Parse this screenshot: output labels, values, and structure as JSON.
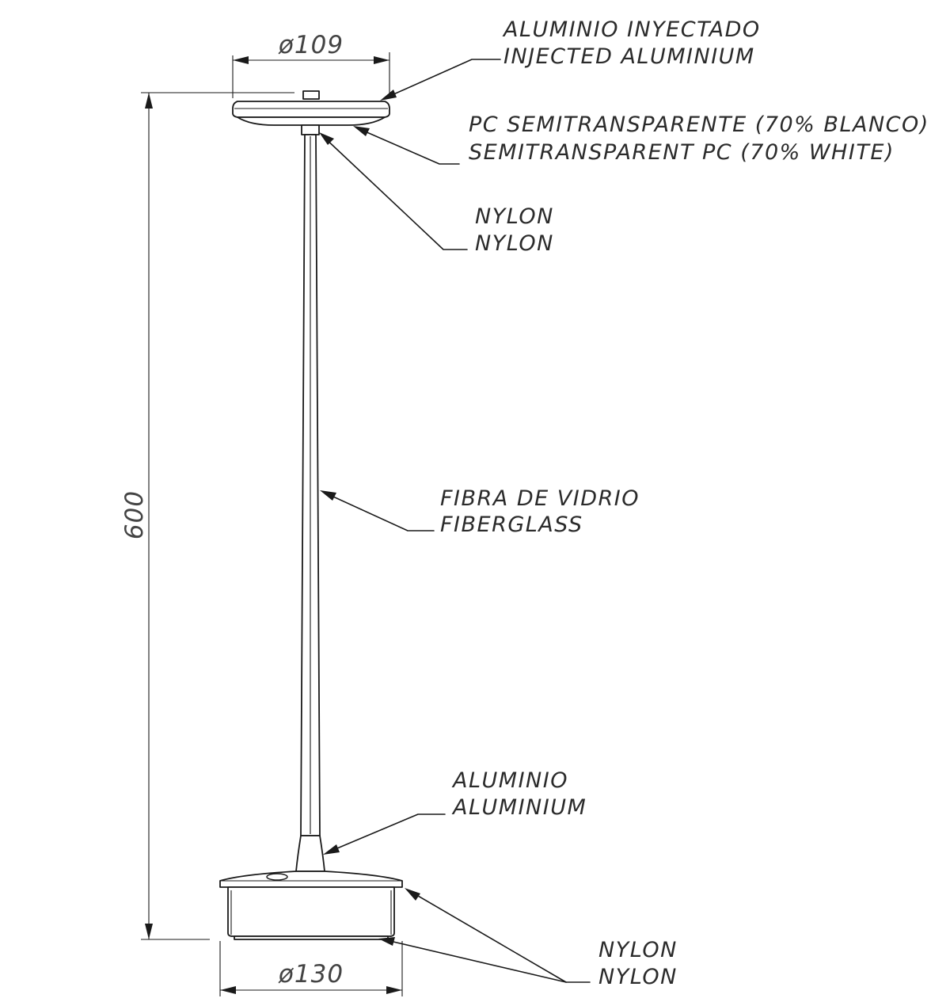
{
  "dimensions": {
    "top_diameter": "ø109",
    "height": "600",
    "base_diameter": "ø130"
  },
  "callouts": [
    {
      "id": "head-top",
      "line1": "ALUMINIO INYECTADO",
      "line2": "INJECTED ALUMINIUM"
    },
    {
      "id": "diffuser",
      "line1": "PC SEMITRANSPARENTE (70% BLANCO)",
      "line2": "SEMITRANSPARENT PC (70% WHITE)"
    },
    {
      "id": "top-joint",
      "line1": "NYLON",
      "line2": "NYLON"
    },
    {
      "id": "stem",
      "line1": "FIBRA DE VIDRIO",
      "line2": "FIBERGLASS"
    },
    {
      "id": "base-collar",
      "line1": "ALUMINIO",
      "line2": "ALUMINIUM"
    },
    {
      "id": "base-body",
      "line1": "NYLON",
      "line2": "NYLON"
    }
  ]
}
